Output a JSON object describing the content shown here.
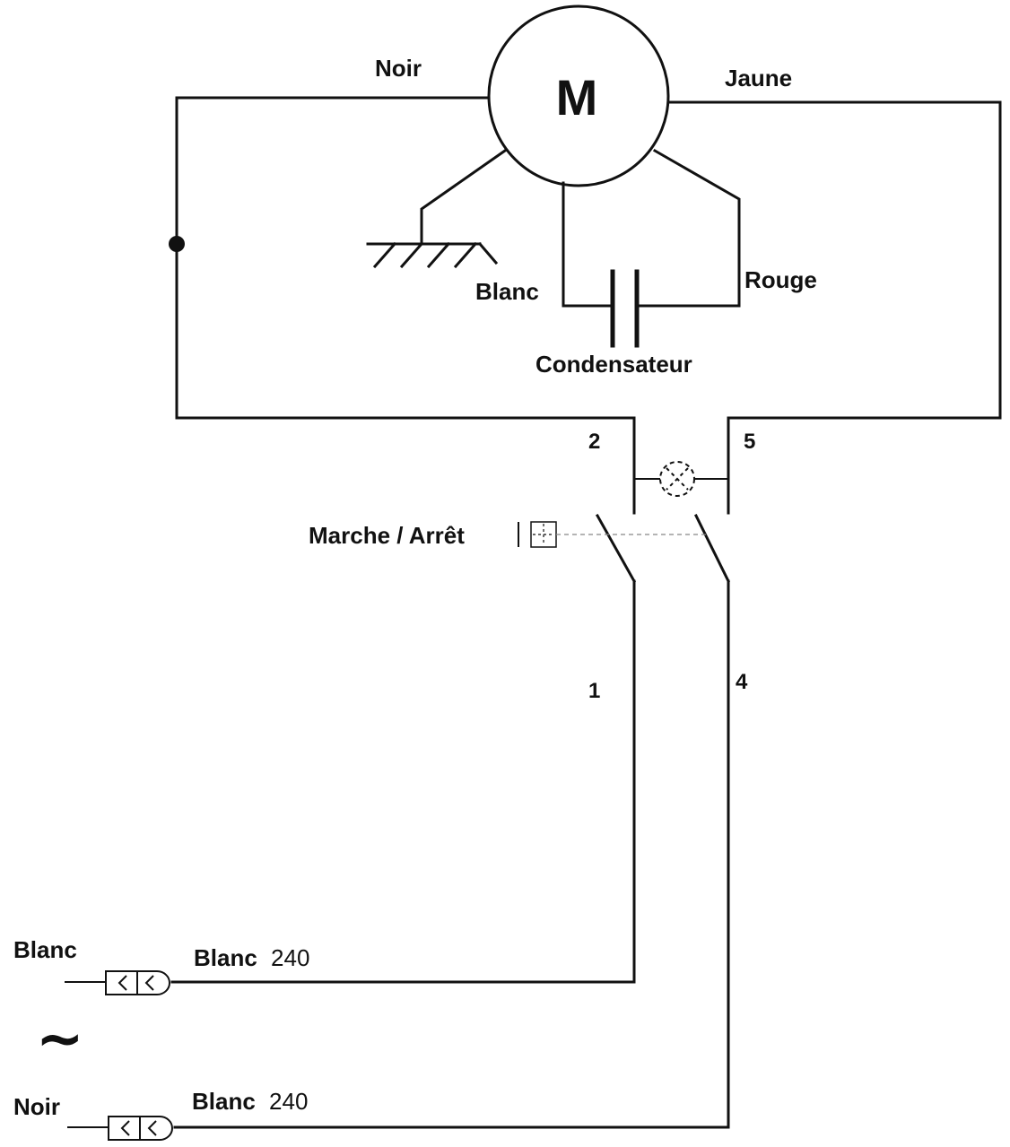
{
  "motor": {
    "symbol": "M"
  },
  "wires": {
    "noir": "Noir",
    "jaune": "Jaune",
    "blanc": "Blanc",
    "rouge": "Rouge"
  },
  "capacitor": {
    "label": "Condensateur"
  },
  "switch": {
    "label": "Marche / Arrêt",
    "terminals": {
      "t1": "1",
      "t2": "2",
      "t4": "4",
      "t5": "5"
    }
  },
  "mains": {
    "line1_label": "Blanc",
    "line2_label": "Noir",
    "ac_symbol": "~",
    "connector1": {
      "color": "Blanc",
      "voltage": "240"
    },
    "connector2": {
      "color": "Blanc",
      "voltage": "240"
    }
  }
}
